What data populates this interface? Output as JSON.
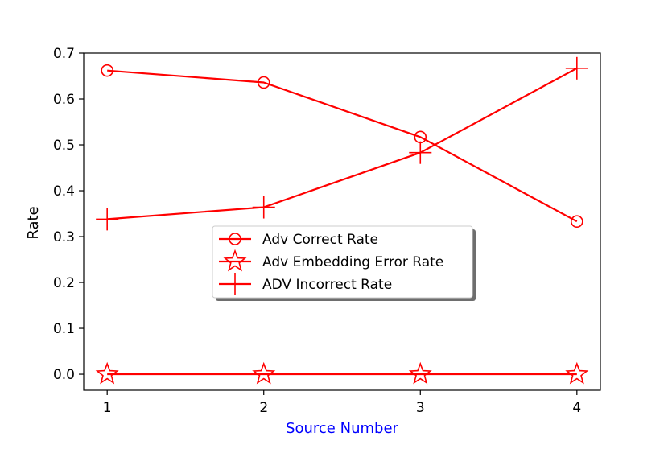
{
  "chart_data": {
    "type": "line",
    "xlabel": "Source Number",
    "ylabel": "Rate",
    "x": [
      1,
      2,
      3,
      4
    ],
    "xlim": [
      0.85,
      4.15
    ],
    "ylim": [
      -0.035,
      0.7
    ],
    "xticks": [
      1,
      2,
      3,
      4
    ],
    "xtick_labels": [
      "1",
      "2",
      "3",
      "4"
    ],
    "yticks": [
      0.0,
      0.1,
      0.2,
      0.3,
      0.4,
      0.5,
      0.6,
      0.7
    ],
    "ytick_labels": [
      "0.0",
      "0.1",
      "0.2",
      "0.3",
      "0.4",
      "0.5",
      "0.6",
      "0.7"
    ],
    "grid": false,
    "legend_position": "center",
    "xlabel_color": "#0000ff",
    "series": [
      {
        "name": "Adv Correct Rate",
        "values": [
          0.662,
          0.636,
          0.517,
          0.333
        ],
        "color": "#ff0000",
        "marker": "circle"
      },
      {
        "name": "Adv Embedding Error Rate",
        "values": [
          0.0,
          0.0,
          0.0,
          0.0
        ],
        "color": "#ff0000",
        "marker": "star"
      },
      {
        "name": "ADV Incorrect Rate",
        "values": [
          0.338,
          0.364,
          0.483,
          0.667
        ],
        "color": "#ff0000",
        "marker": "plus"
      }
    ]
  }
}
